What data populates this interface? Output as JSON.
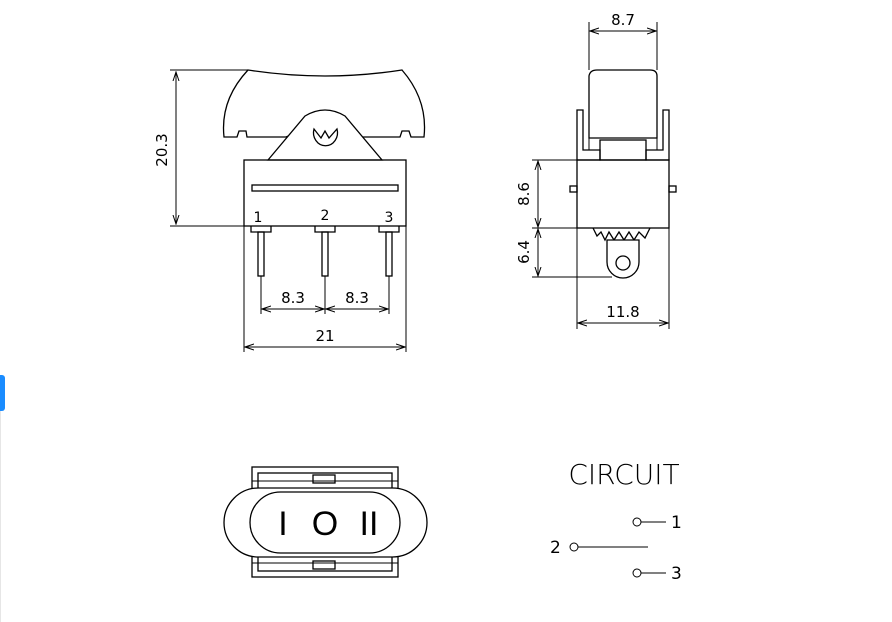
{
  "front_view": {
    "dim_height": "20.3",
    "dim_pitch_left": "8.3",
    "dim_pitch_right": "8.3",
    "dim_width": "21",
    "pin_labels": [
      "1",
      "2",
      "3"
    ]
  },
  "side_view": {
    "dim_top_width": "8.7",
    "dim_body_height": "8.6",
    "dim_lower_height": "6.4",
    "dim_base_width": "11.8"
  },
  "top_view": {
    "position_marks": [
      "I",
      "O",
      "II"
    ]
  },
  "circuit": {
    "title": "CIRCUIT",
    "terminals": [
      "1",
      "2",
      "3"
    ]
  }
}
